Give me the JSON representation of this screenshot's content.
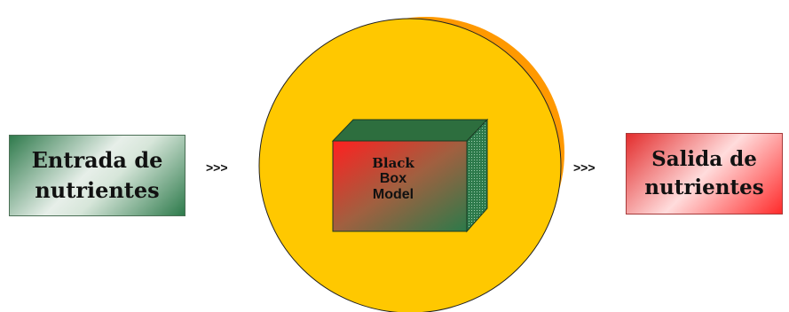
{
  "diagram": {
    "input": {
      "line1": "Entrada de",
      "line2": "nutrientes"
    },
    "output": {
      "line1": "Salida de",
      "line2": "nutrientes"
    },
    "arrow_left": ">>>",
    "arrow_right": ">>>",
    "black_box": {
      "line1": "Black",
      "line2": "Box",
      "line3": "Model"
    },
    "colors": {
      "circle_fill": "#ffc800",
      "circle_shadow": "#ff9900",
      "box_green": "#2f7a4c",
      "box_red": "#ff2b2b"
    }
  }
}
